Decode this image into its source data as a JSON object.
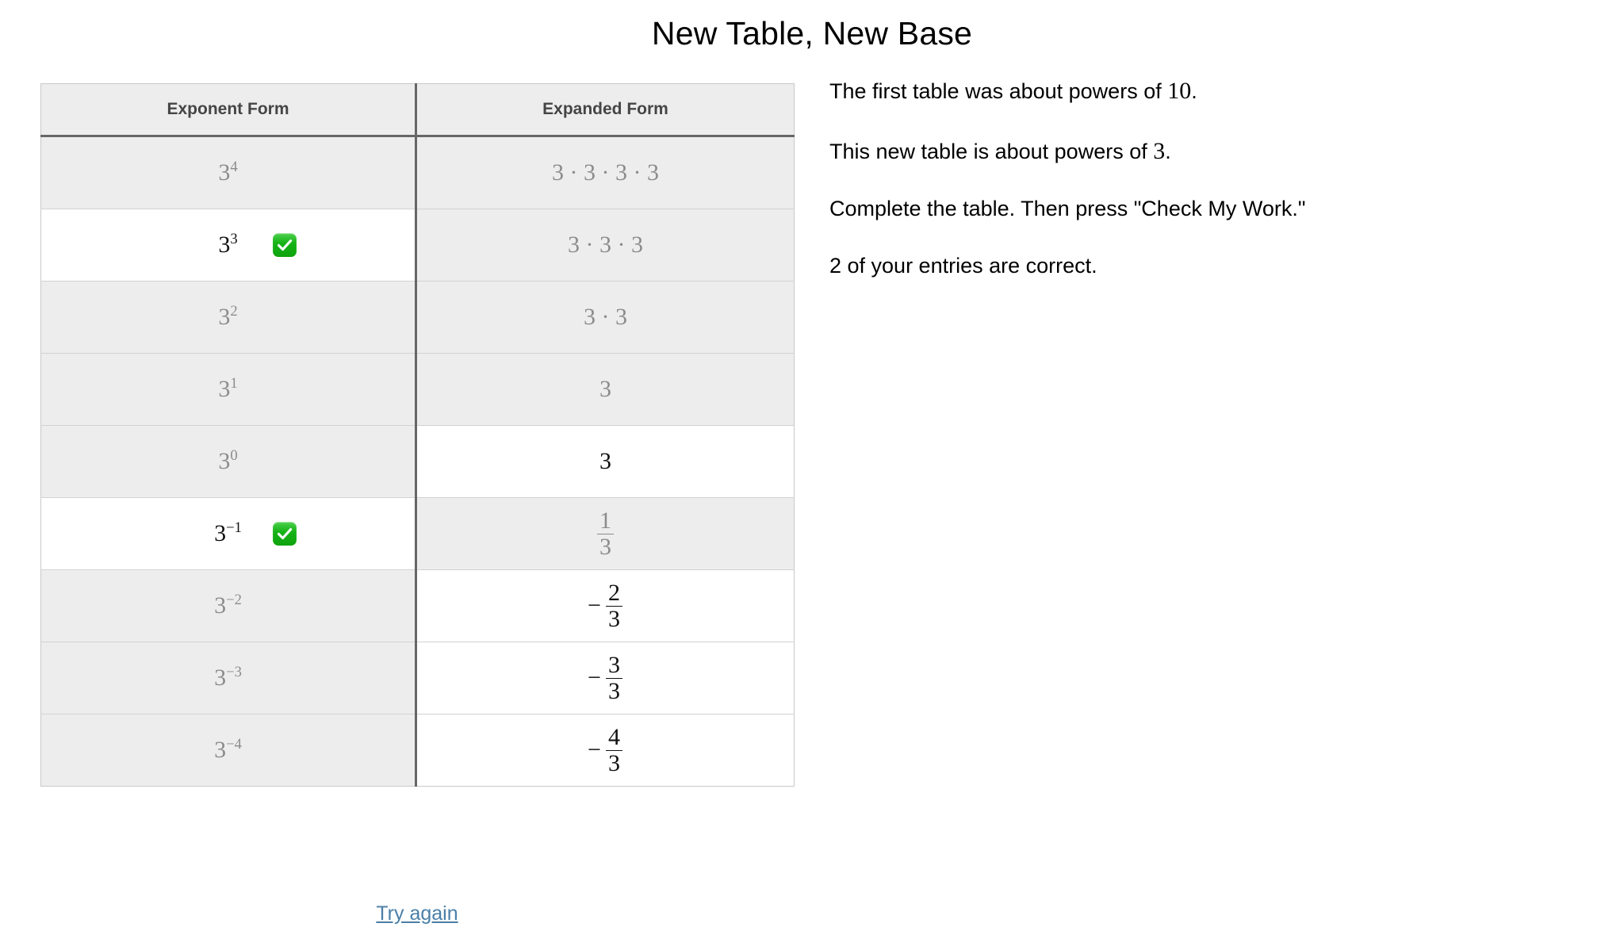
{
  "page": {
    "title": "New Table, New Base"
  },
  "table": {
    "headers": {
      "exponent_form": "Exponent Form",
      "expanded_form": "Expanded Form"
    },
    "rows": [
      {
        "exponent": {
          "base": "3",
          "power": "4",
          "state": "given",
          "correct": false
        },
        "expanded": {
          "kind": "product",
          "text": "3 · 3 · 3 · 3",
          "state": "given"
        }
      },
      {
        "exponent": {
          "base": "3",
          "power": "3",
          "state": "entry",
          "correct": true
        },
        "expanded": {
          "kind": "product",
          "text": "3 · 3 · 3",
          "state": "given"
        }
      },
      {
        "exponent": {
          "base": "3",
          "power": "2",
          "state": "given",
          "correct": false
        },
        "expanded": {
          "kind": "product",
          "text": "3 · 3",
          "state": "given"
        }
      },
      {
        "exponent": {
          "base": "3",
          "power": "1",
          "state": "given",
          "correct": false
        },
        "expanded": {
          "kind": "product",
          "text": "3",
          "state": "given"
        }
      },
      {
        "exponent": {
          "base": "3",
          "power": "0",
          "state": "given",
          "correct": false
        },
        "expanded": {
          "kind": "product",
          "text": "3",
          "state": "entry"
        }
      },
      {
        "exponent": {
          "base": "3",
          "power": "−1",
          "state": "entry",
          "correct": true
        },
        "expanded": {
          "kind": "fraction",
          "sign": "",
          "numerator": "1",
          "denominator": "3",
          "state": "given"
        }
      },
      {
        "exponent": {
          "base": "3",
          "power": "−2",
          "state": "given",
          "correct": false
        },
        "expanded": {
          "kind": "fraction",
          "sign": "−",
          "numerator": "2",
          "denominator": "3",
          "state": "entry"
        }
      },
      {
        "exponent": {
          "base": "3",
          "power": "−3",
          "state": "given",
          "correct": false
        },
        "expanded": {
          "kind": "fraction",
          "sign": "−",
          "numerator": "3",
          "denominator": "3",
          "state": "entry"
        }
      },
      {
        "exponent": {
          "base": "3",
          "power": "−4",
          "state": "given",
          "correct": false
        },
        "expanded": {
          "kind": "fraction",
          "sign": "−",
          "numerator": "4",
          "denominator": "3",
          "state": "entry"
        }
      }
    ]
  },
  "prompt": {
    "line1_before": "The first table was about powers of ",
    "line1_number": "10",
    "line1_after": ".",
    "line2_before": "This new table is about powers of ",
    "line2_number": "3",
    "line2_after": ".",
    "line3": "Complete the table. Then press \"Check My Work.\"",
    "line4": "2 of your entries are correct."
  },
  "footer": {
    "try_again_label": "Try again"
  },
  "icons": {
    "check_badge": "check-mark-button-icon"
  },
  "colors": {
    "given_cell": "#ededed",
    "entry_cell": "#ffffff",
    "given_text": "#8c8c8c",
    "entry_text": "#111111",
    "header_text": "#454545",
    "divider": "#666666",
    "row_border": "#d2d2d2",
    "check_green": "#17b317",
    "link_blue": "#4a7fa8"
  }
}
